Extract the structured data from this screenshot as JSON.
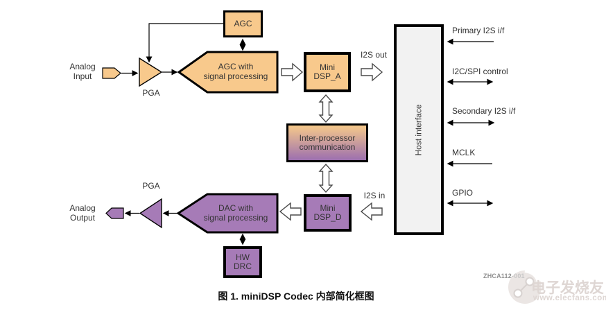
{
  "diagram": {
    "caption": "图 1. miniDSP Codec 内部简化框图",
    "doc_code": "ZHCA112",
    "doc_code_suffix": "-001",
    "labels": {
      "analog_input": "Analog\nInput",
      "analog_output": "Analog\nOutput",
      "pga_top": "PGA",
      "pga_bottom": "PGA",
      "i2s_out": "I2S out",
      "i2s_in": "I2S in"
    },
    "blocks": {
      "agc": "AGC",
      "agc_dsp": "AGC with\nsignal processing",
      "mini_dsp_a": "Mini\nDSP_A",
      "inter_processor": "Inter-processor\ncommunication",
      "mini_dsp_d": "Mini\nDSP_D",
      "dac_dsp": "DAC with\nsignal processing",
      "hw_drc": "HW\nDRC",
      "host_interface": "Host interface"
    },
    "host_signals": [
      {
        "label": "Primary I2S i/f",
        "direction": "to-host"
      },
      {
        "label": "I2C/SPI control",
        "direction": "bidirectional"
      },
      {
        "label": "Secondary I2S i/f",
        "direction": "bidirectional"
      },
      {
        "label": "MCLK",
        "direction": "to-host"
      },
      {
        "label": "GPIO",
        "direction": "bidirectional"
      }
    ],
    "colors": {
      "adc_path_orange": "#F8C98C",
      "dac_path_purple": "#A67BB7",
      "gradient_top": "#F6C98A",
      "gradient_bottom": "#9C6FAF",
      "host_box_gray": "#F2F2F2"
    }
  },
  "watermark": {
    "brand": "电子发烧友",
    "url": "www.elecfans.com"
  }
}
